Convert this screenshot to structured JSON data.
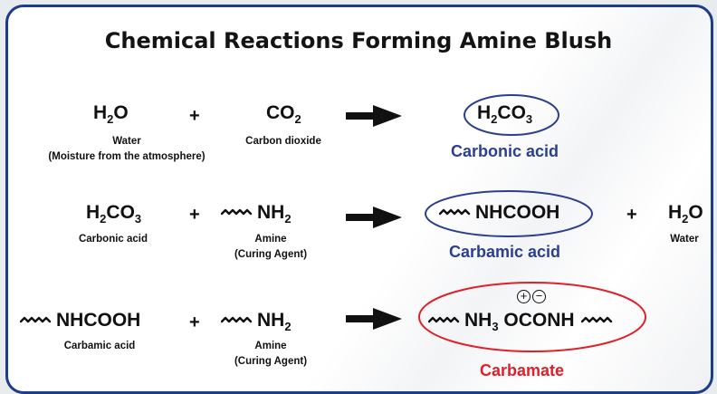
{
  "title": "Chemical Reactions Forming Amine Blush",
  "plus": "+",
  "reactions": [
    {
      "reactants": [
        {
          "base": "H",
          "sub": "2",
          "tail": "O",
          "label": "Water",
          "label2": "(Moisture from the atmosphere)"
        },
        {
          "base": "CO",
          "sub": "2",
          "label": "Carbon dioxide"
        }
      ],
      "product": {
        "base": "H",
        "sub": "2",
        "mid": "CO",
        "sub2": "3",
        "name": "Carbonic acid"
      }
    },
    {
      "reactants": [
        {
          "base": "H",
          "sub": "2",
          "mid": "CO",
          "sub2": "3",
          "label": "Carbonic acid"
        },
        {
          "base": "NH",
          "sub": "2",
          "label": "Amine",
          "label2": "(Curing Agent)"
        }
      ],
      "product": {
        "text": "NHCOOH",
        "name": "Carbamic acid"
      },
      "byproduct": {
        "base": "H",
        "sub": "2",
        "tail": "O",
        "label": "Water"
      }
    },
    {
      "reactants": [
        {
          "text": "NHCOOH",
          "label": "Carbamic acid"
        },
        {
          "base": "NH",
          "sub": "2",
          "label": "Amine",
          "label2": "(Curing Agent)"
        }
      ],
      "product": {
        "base": "NH",
        "sub": "3",
        "tail": "OCONH",
        "charge_pos": "+",
        "charge_neg": "−",
        "name": "Carbamate"
      }
    }
  ],
  "colors": {
    "border": "#1c3d8c",
    "blue": "#2b3f91",
    "red": "#e02028",
    "ink": "#111111"
  }
}
